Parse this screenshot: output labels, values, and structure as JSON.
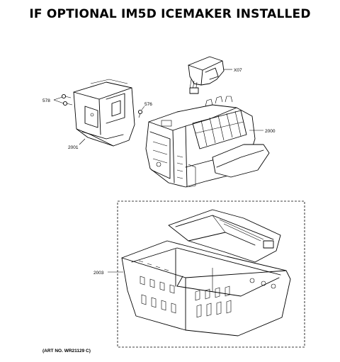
{
  "title": "IF OPTIONAL IM5D ICEMAKER INSTALLED",
  "art_number": "(ART NO. WR21129 C)",
  "callouts": {
    "part_578_a": "578",
    "part_576": "576",
    "part_2001": "2001",
    "part_x07": "X07",
    "part_2000": "2000",
    "part_2003": "2003"
  }
}
